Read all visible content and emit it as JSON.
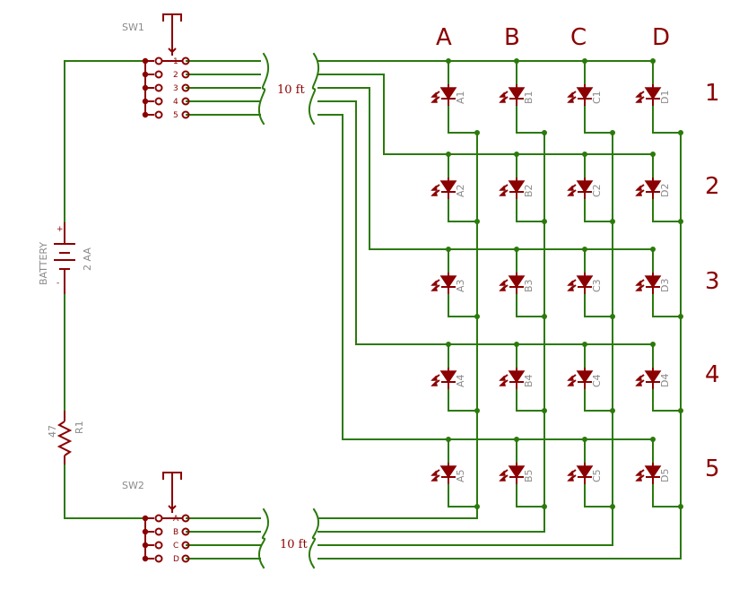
{
  "columns": [
    "A",
    "B",
    "C",
    "D"
  ],
  "rows": [
    "1",
    "2",
    "3",
    "4",
    "5"
  ],
  "switch1": {
    "name": "SW1",
    "pins": [
      "1",
      "2",
      "3",
      "4",
      "5"
    ]
  },
  "switch2": {
    "name": "SW2",
    "pins": [
      "A",
      "B",
      "C",
      "D"
    ]
  },
  "cable_top_label": "10 ft",
  "cable_bottom_label": "10 ft",
  "battery": {
    "name": "BATTERY",
    "value": "2 AA",
    "plus": "+",
    "minus": "-"
  },
  "resistor": {
    "name": "R1",
    "value": "47"
  },
  "colors": {
    "wire": "#2b7a0b",
    "part": "#8b0000",
    "label": "#8a8a8a"
  }
}
